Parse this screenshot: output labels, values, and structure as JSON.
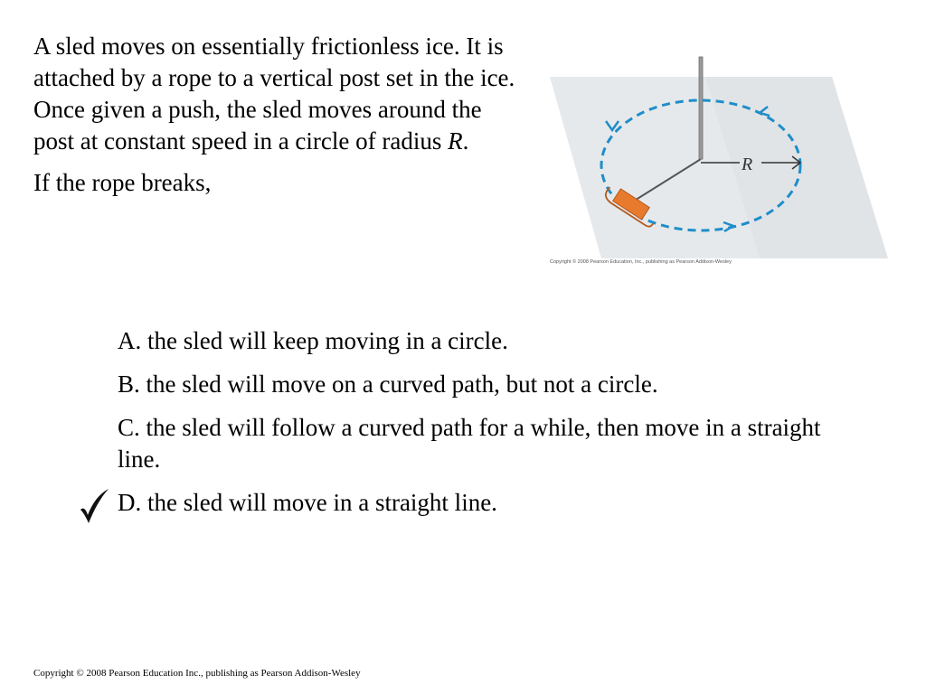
{
  "question": {
    "paragraph1_before_r": "A sled moves on essentially frictionless ice. It is attached by a rope to a vertical post set in the ice. Once given a push, the sled moves around the post at constant speed in a circle of radius ",
    "radius_symbol": "R",
    "paragraph1_after_r": ".",
    "paragraph2": "If the rope breaks,"
  },
  "figure": {
    "radius_label": "R",
    "caption": "Copyright © 2008 Pearson Education, Inc., publishing as Pearson Addison-Wesley",
    "colors": {
      "ice": "#e6e9ec",
      "path": "#1f8ec9",
      "sled": "#e87a2e",
      "post": "#9a9a9a"
    }
  },
  "answers": [
    {
      "text": "A. the sled will keep moving in a circle.",
      "correct": false
    },
    {
      "text": "B. the sled will move on a curved path, but not a circle.",
      "correct": false
    },
    {
      "text": "C. the sled will follow a curved path for a while, then move in a straight line.",
      "correct": false
    },
    {
      "text": "D. the sled will move in a straight line.",
      "correct": true
    }
  ],
  "correct_marker_icon": "checkmark-icon",
  "footer": {
    "copyright": "Copyright © 2008 Pearson Education Inc., publishing as Pearson Addison-Wesley"
  }
}
